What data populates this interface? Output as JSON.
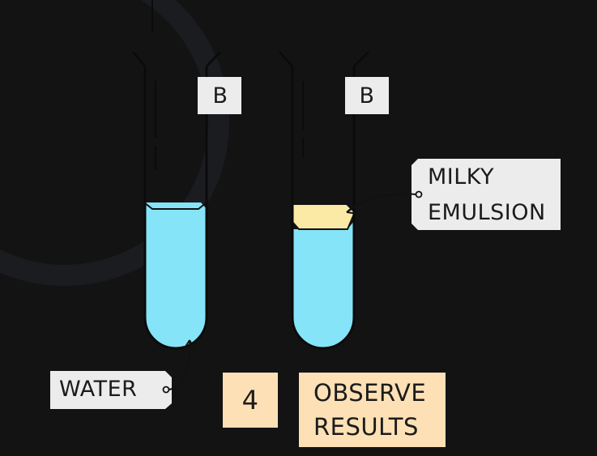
{
  "tubes": [
    {
      "tag": "B"
    },
    {
      "tag": "B"
    }
  ],
  "labels": {
    "milky_line1": "MILKY",
    "milky_line2": "EMULSION",
    "water": "WATER"
  },
  "step": {
    "number": "4",
    "line1": "OBSERVE",
    "line2": "RESULTS"
  },
  "colors": {
    "background": "#131313",
    "water": "#85e4f8",
    "emulsion": "#fbe9a6",
    "label_gray": "#ececec",
    "step_peach": "#fde0b5"
  }
}
